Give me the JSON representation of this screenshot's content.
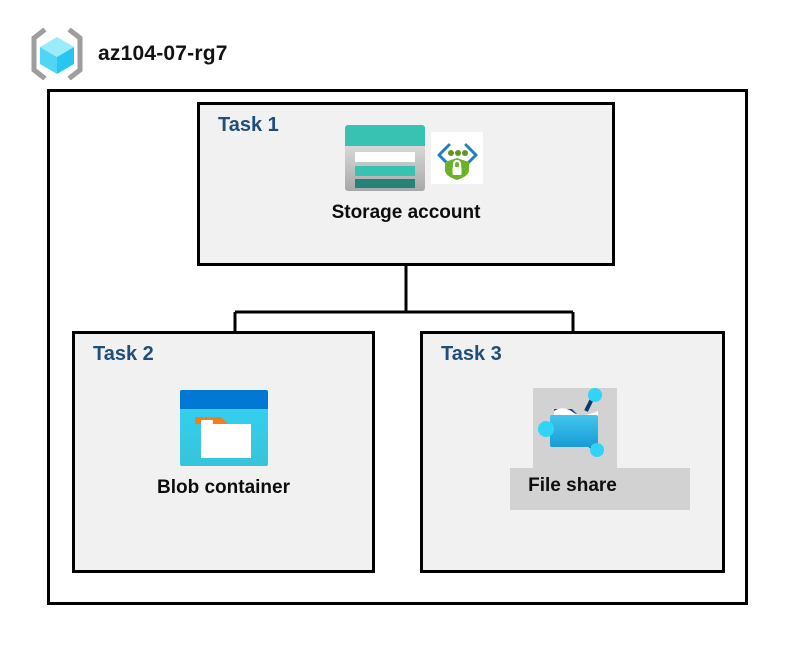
{
  "diagram": {
    "type": "azure-architecture",
    "resource_group": {
      "name": "az104-07-rg7",
      "icon": "resource-group-icon"
    },
    "colors": {
      "task_label": "#1F4E79",
      "box_fill": "#f1f1f1",
      "box_border": "#000000",
      "connector": "#000000",
      "storage_teal": "#37c2b1",
      "storage_teal_dark": "#258277",
      "blob_blue": "#0078d4",
      "blob_cyan": "#32d4f5",
      "folder_blue": "#32bedd",
      "node_cyan": "#32d4f5",
      "shield_green": "#5e9624",
      "selection_gray": "#d2d2d2"
    },
    "tasks": [
      {
        "id": "task1",
        "label": "Task 1",
        "node": {
          "caption": "Storage account",
          "icons": [
            "storage-account-icon",
            "storage-security-icon"
          ]
        }
      },
      {
        "id": "task2",
        "label": "Task 2",
        "node": {
          "caption": "Blob container",
          "icons": [
            "blob-container-icon"
          ]
        }
      },
      {
        "id": "task3",
        "label": "Task 3",
        "node": {
          "caption": "File share",
          "icons": [
            "file-share-icon"
          ],
          "selected": true
        }
      }
    ],
    "connections": [
      {
        "from": "task1",
        "to": "task2"
      },
      {
        "from": "task1",
        "to": "task3"
      }
    ]
  }
}
